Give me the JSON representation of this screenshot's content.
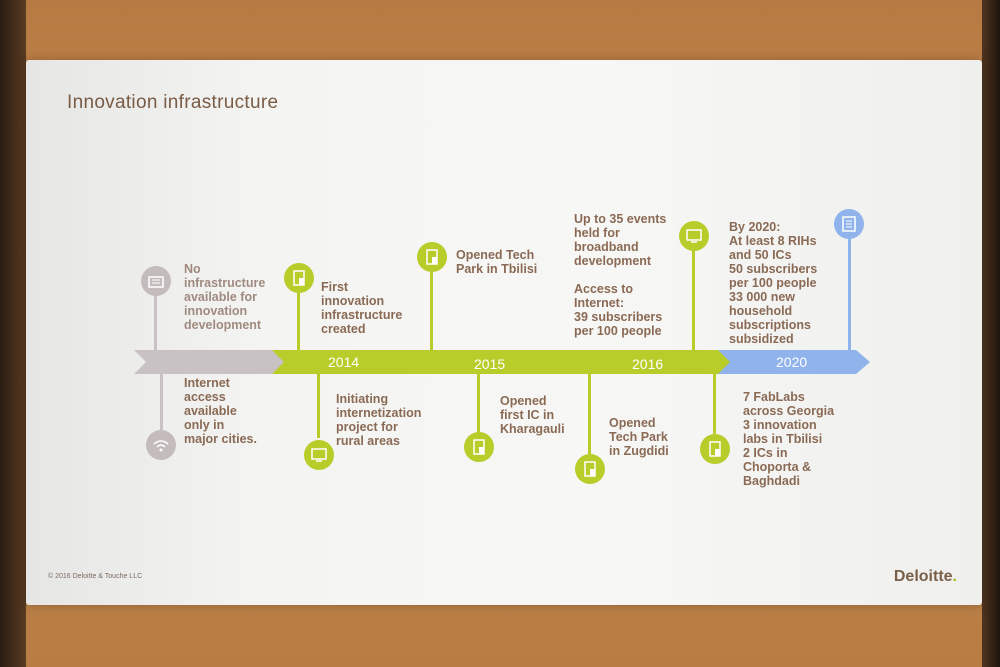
{
  "slide": {
    "title": "Innovation infrastructure",
    "footer": "© 2016 Deloitte & Touche LLC",
    "brand": "Deloitte",
    "brand_dot": "."
  },
  "colors": {
    "green": "#b8cc2a",
    "grey": "#c4bcbc",
    "blue": "#8fb3ea",
    "text": "#8a6a55"
  },
  "years": [
    "2014",
    "2015",
    "2016",
    "2020"
  ],
  "events_top": [
    {
      "text": "No\ninfrastructure\navailable for\ninnovation\ndevelopment",
      "icon": "building-icon"
    },
    {
      "text": "First\ninnovation\ninfrastructure\ncreated",
      "icon": "document-icon"
    },
    {
      "text": "Opened Tech\nPark in Tbilisi",
      "icon": "document-icon"
    },
    {
      "text": "Up to 35 events\nheld for\nbroadband\ndevelopment\n\nAccess to\nInternet:\n39 subscribers\nper 100 people",
      "icon": "monitor-icon"
    },
    {
      "text": "By 2020:\nAt least 8 RIHs\nand 50 ICs\n50 subscribers\nper 100 people\n33 000 new\nhousehold\nsubscriptions\nsubsidized",
      "icon": "list-icon"
    }
  ],
  "events_bottom": [
    {
      "text": "Internet\naccess\navailable\nonly in\nmajor cities.",
      "icon": "wifi-icon"
    },
    {
      "text": "Initiating\ninternetization\nproject for\nrural areas",
      "icon": "monitor-icon"
    },
    {
      "text": "Opened\nfirst IC in\nKharagauli",
      "icon": "document-icon"
    },
    {
      "text": "Opened\nTech Park\nin Zugdidi",
      "icon": "document-icon"
    },
    {
      "text": "7 FabLabs\nacross Georgia\n3 innovation\nlabs in Tbilisi\n2 ICs in\nChoporta &\nBaghdadi",
      "icon": "document-icon"
    }
  ]
}
